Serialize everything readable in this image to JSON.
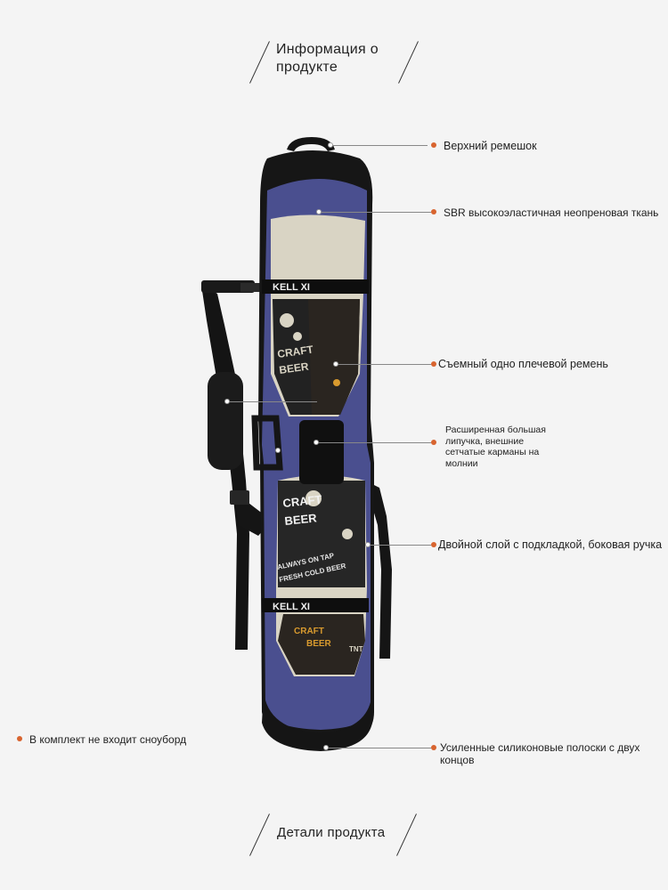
{
  "header": {
    "title": "Информация о продукте"
  },
  "footer": {
    "title": "Детали продукта"
  },
  "callouts": {
    "top_strap": "Верхний ремешок",
    "fabric": "SBR высокоэластичная неопреновая ткань",
    "shoulder_strap": "Съемный одно плечевой ремень",
    "velcro": "Расширенная большая липучка, внешние сетчатые карманы на молнии",
    "lining": "Двойной слой с подкладкой, боковая ручка",
    "silicone": "Усиленные силиконовые полоски с двух концов",
    "not_included": "В комплект не входит сноуборд"
  },
  "board_print": {
    "brand": "KELL XI",
    "brand_upper": "KELL XI",
    "craft_top": "CRAFT",
    "beer_top": "BEER",
    "craft_lower": "CRAFT",
    "beer_lower": "BEER",
    "slogan1": "ALWAYS ON TAP",
    "slogan2": "FRESH COLD BEER",
    "tnt": "TNT"
  },
  "colors": {
    "accent_dot": "#d8642f",
    "bag_blue": "#4a4f8f",
    "bag_black": "#161616",
    "print_cream": "#d9d4c4",
    "print_orange": "#d89a2e"
  }
}
